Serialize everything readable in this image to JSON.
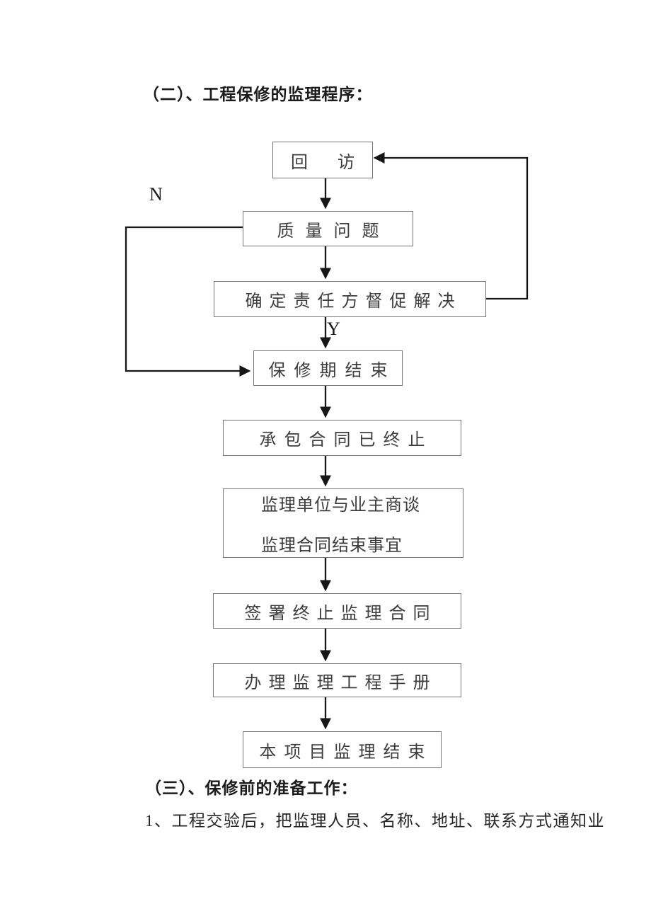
{
  "document": {
    "section2_heading": "（二）、工程保修的监理程序：",
    "section3_heading": "（三）、保修前的准备工作：",
    "section3_item1": "1、工程交验后，把监理人员、名称、地址、联系方式通知业"
  },
  "flowchart": {
    "label_n": "N",
    "label_y": "Y",
    "nodes": [
      {
        "label": "回访"
      },
      {
        "label": "质量问题"
      },
      {
        "label": "确定责任方督促解决"
      },
      {
        "label": "保修期结束"
      },
      {
        "label": "承包合同已终止"
      },
      {
        "line1": "监理单位与业主商谈",
        "line2": "监理合同结束事宜"
      },
      {
        "label": "签署终止监理合同"
      },
      {
        "label": "办理监理工程手册"
      },
      {
        "label": "本项目监理结束"
      }
    ]
  }
}
